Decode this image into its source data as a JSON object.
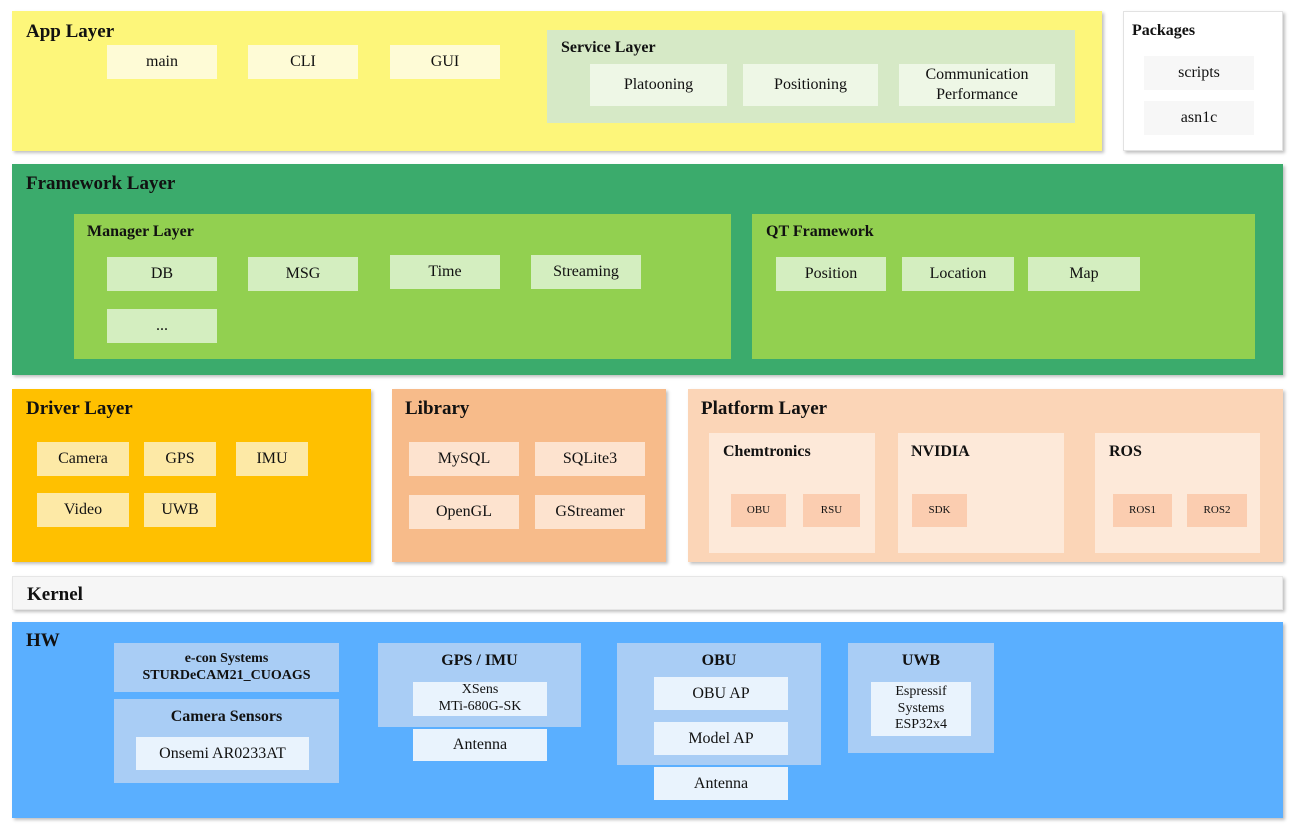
{
  "app_layer": {
    "title": "App Layer",
    "items": [
      "main",
      "CLI",
      "GUI"
    ],
    "service_layer": {
      "title": "Service Layer",
      "items": [
        "Platooning",
        "Positioning",
        "Communication\nPerformance"
      ]
    }
  },
  "packages": {
    "title": "Packages",
    "items": [
      "scripts",
      "asn1c"
    ]
  },
  "framework_layer": {
    "title": "Framework Layer",
    "manager_layer": {
      "title": "Manager Layer",
      "items": [
        "DB",
        "MSG",
        "Time",
        "Streaming",
        "..."
      ]
    },
    "qt_framework": {
      "title": "QT Framework",
      "items": [
        "Position",
        "Location",
        "Map"
      ]
    }
  },
  "driver_layer": {
    "title": "Driver Layer",
    "items": [
      "Camera",
      "GPS",
      "IMU",
      "Video",
      "UWB"
    ]
  },
  "library": {
    "title": "Library",
    "items": [
      "MySQL",
      "SQLite3",
      "OpenGL",
      "GStreamer"
    ]
  },
  "platform_layer": {
    "title": "Platform Layer",
    "chemtronics": {
      "title": "Chemtronics",
      "items": [
        "OBU",
        "RSU"
      ]
    },
    "nvidia": {
      "title": "NVIDIA",
      "items": [
        "SDK"
      ]
    },
    "ros": {
      "title": "ROS",
      "items": [
        "ROS1",
        "ROS2"
      ]
    }
  },
  "kernel": {
    "title": "Kernel"
  },
  "hw": {
    "title": "HW",
    "econ": {
      "title": "e-con Systems\nSTURDeCAM21_CUOAGS"
    },
    "camera_sensors": {
      "title": "Camera Sensors",
      "items": [
        "Onsemi AR0233AT"
      ]
    },
    "gps_imu": {
      "title": "GPS / IMU",
      "items": [
        "XSens\nMTi-680G-SK"
      ],
      "antenna": "Antenna"
    },
    "obu": {
      "title": "OBU",
      "items": [
        "OBU AP",
        "Model AP"
      ],
      "antenna": "Antenna"
    },
    "uwb": {
      "title": "UWB",
      "items": [
        "Espressif\nSystems\nESP32x4"
      ]
    }
  },
  "colors": {
    "app": "#fdf67a",
    "service": "#d6e9c6",
    "packages": "#ffffff",
    "framework": "#3bab6c",
    "manager": "#92d050",
    "driver": "#ffc000",
    "library": "#f7bb8a",
    "platform": "#fbd5b7",
    "platform_sub": "#fde9d9",
    "kernel": "#f6f6f6",
    "hw": "#5aafff",
    "hw_sub": "#a9cdf5"
  }
}
